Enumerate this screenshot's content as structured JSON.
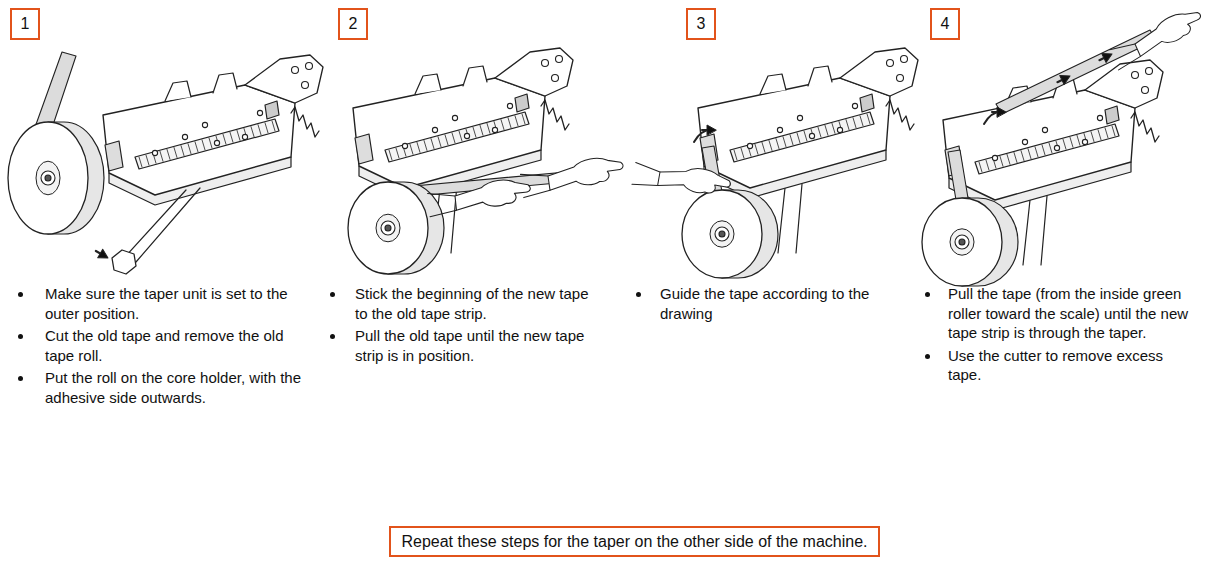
{
  "diagram": {
    "nodes": [
      {
        "text": [
          "1"
        ]
      },
      {
        "text": [
          "2"
        ]
      },
      {
        "text": [
          "3"
        ]
      },
      {
        "text": [
          "4"
        ]
      },
      {
        "text": [
          "Repeat these steps for the taper on the other side of the machine."
        ]
      }
    ],
    "labels": [
      "Make sure the taper unit is set to the outer position.",
      "Cut the old tape and remove the old tape roll.",
      "Put the roll on the core holder, with the adhesive side outwards.",
      "Stick the beginning of the new tape to the old tape strip.",
      "Pull the old tape until the new tape strip is in position.",
      "Guide the tape according to the drawing",
      "Pull the tape (from the inside green roller toward the scale) until the new tape strip is through the taper.",
      "Use the cutter to remove excess tape."
    ]
  }
}
